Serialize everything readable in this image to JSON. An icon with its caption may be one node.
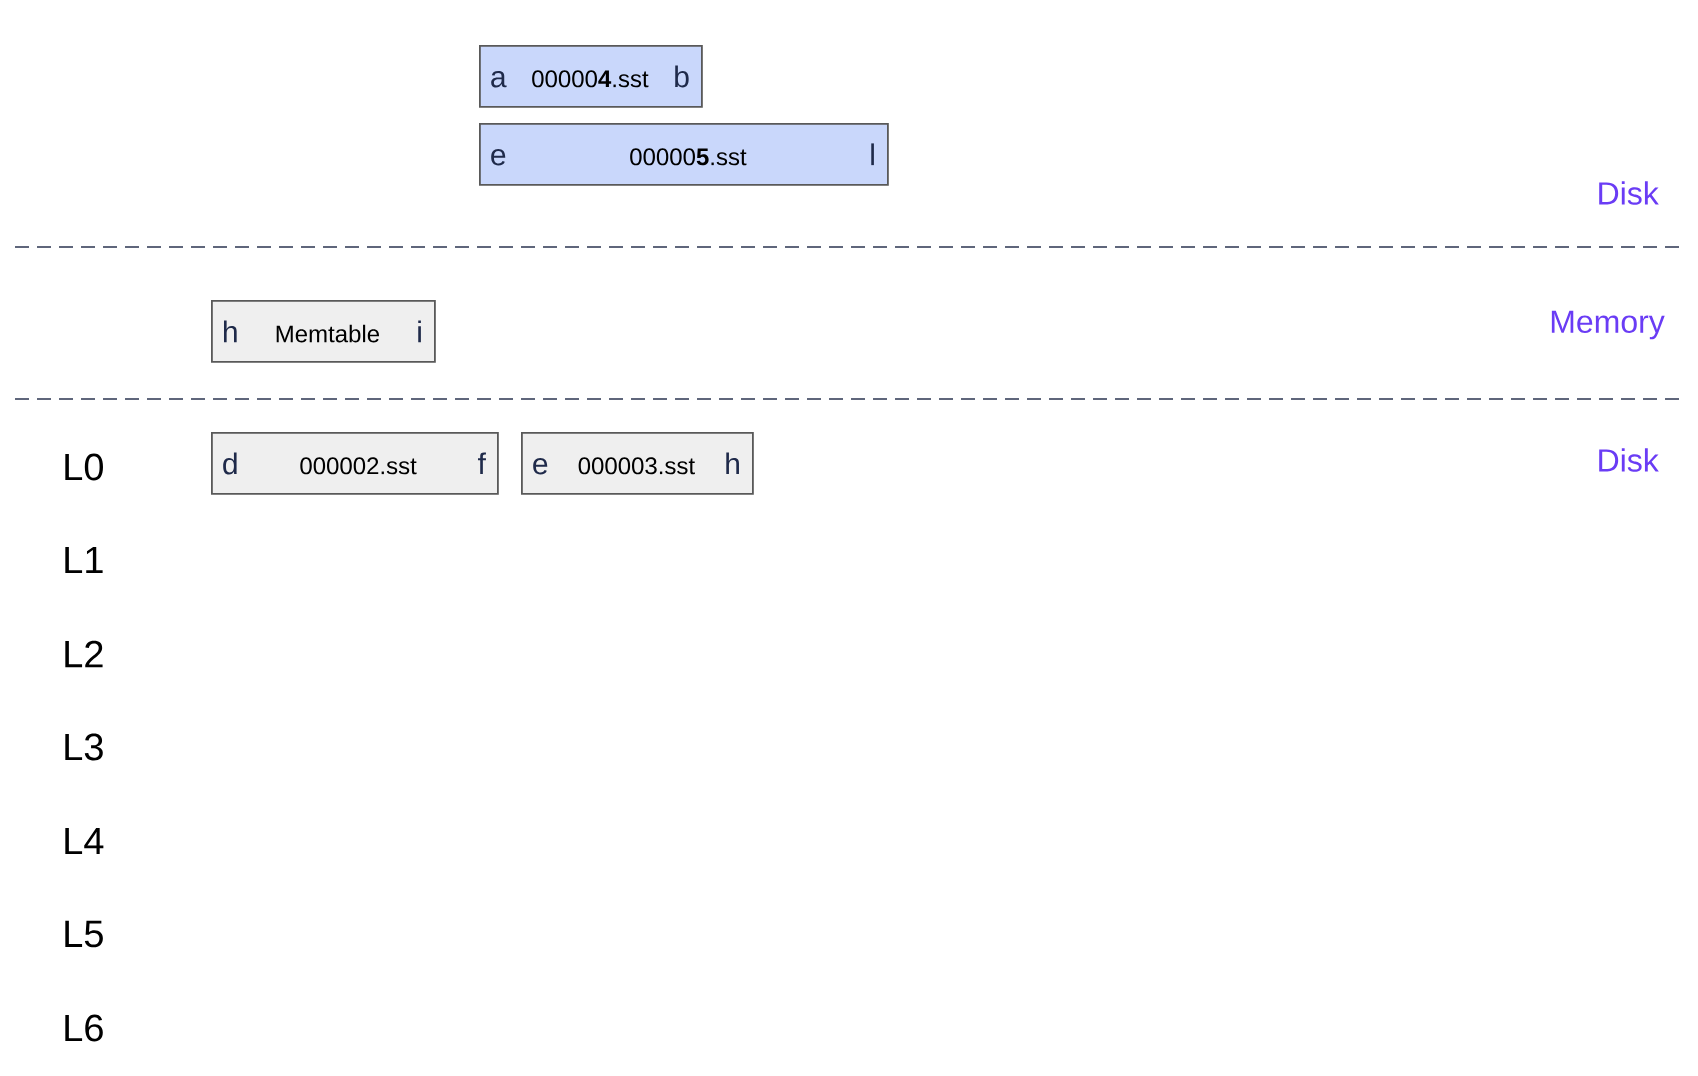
{
  "diagram": {
    "nodes": [
      {
        "text": [
          "a",
          "00000**4**.sst",
          "b"
        ]
      },
      {
        "text": [
          "e",
          "00000**5**.sst",
          "l"
        ]
      },
      {
        "text": [
          "h",
          "Memtable",
          "i"
        ]
      },
      {
        "text": [
          "d",
          "000002.sst",
          "f"
        ]
      },
      {
        "text": [
          "e",
          "000003.sst",
          "h"
        ]
      }
    ],
    "labels": [
      "Disk",
      "Memory",
      "Disk",
      "L0",
      "L1",
      "L2",
      "L3",
      "L4",
      "L5",
      "L6"
    ]
  }
}
